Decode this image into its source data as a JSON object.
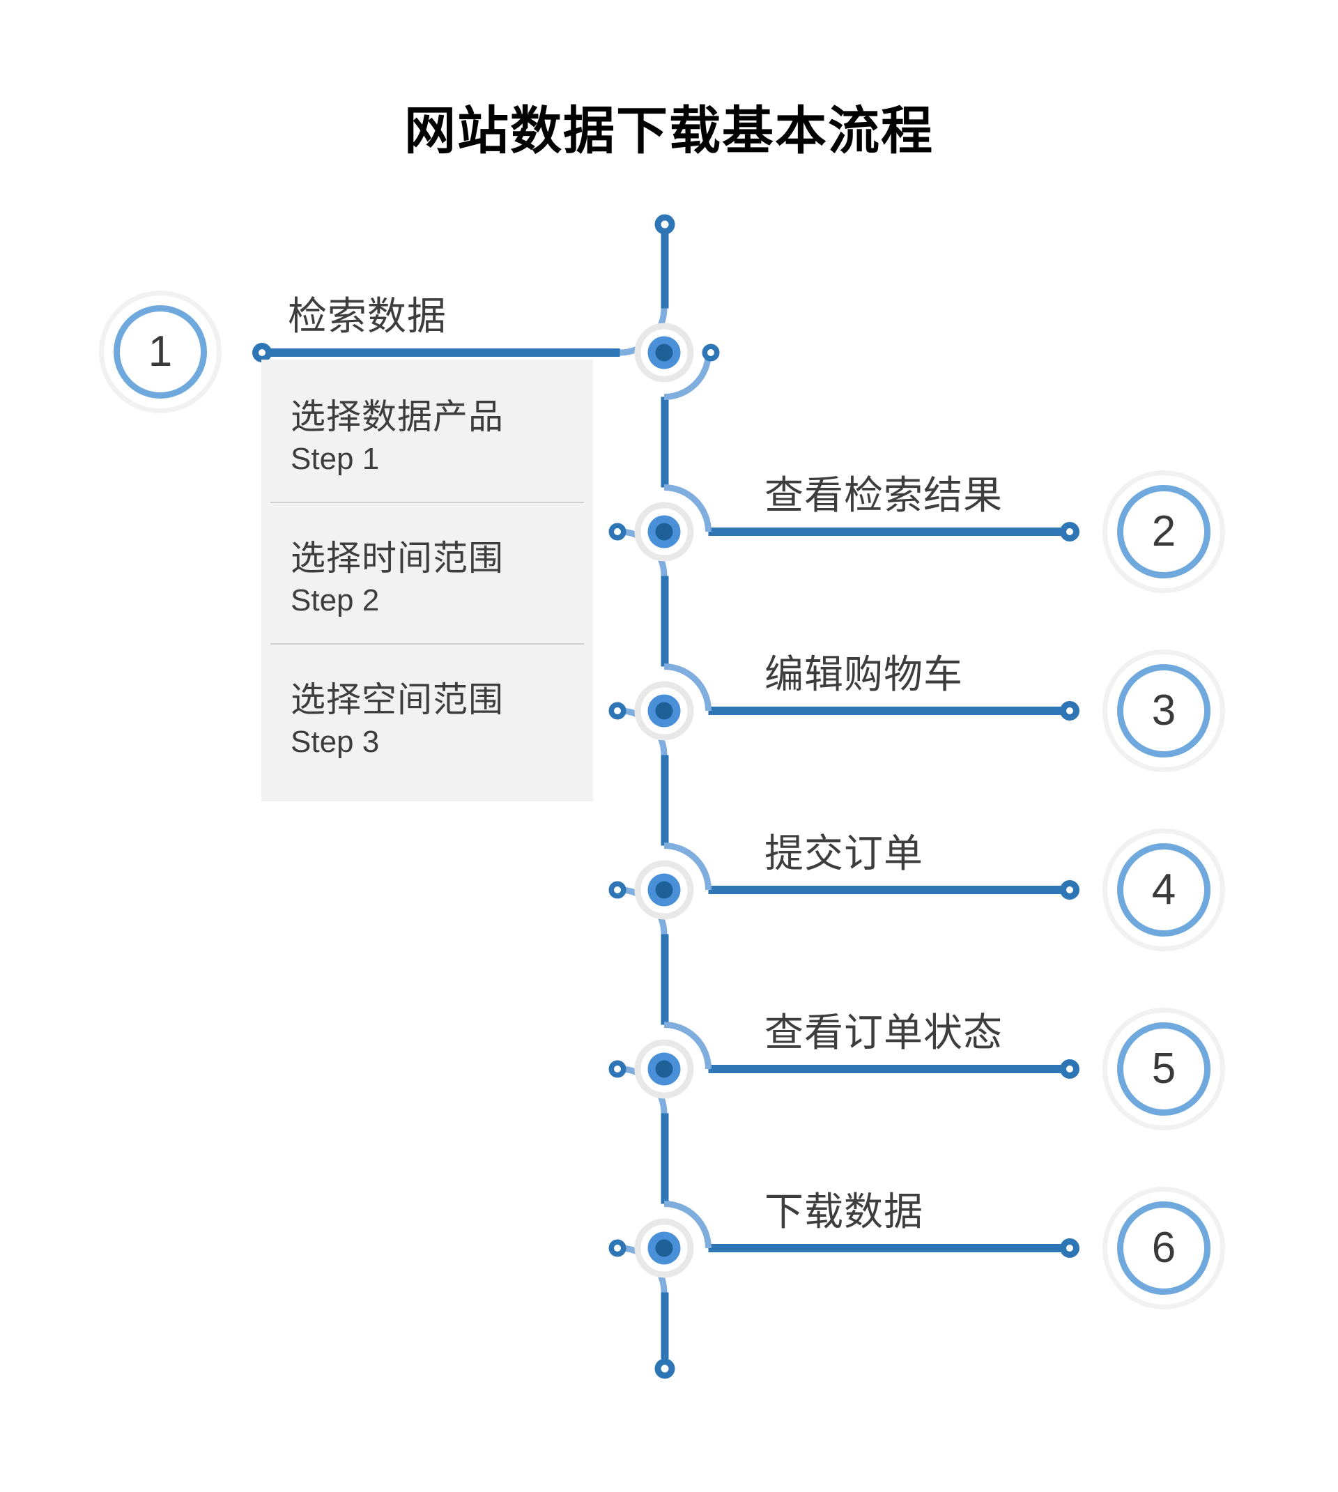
{
  "title": "网站数据下载基本流程",
  "steps": [
    {
      "number": "1",
      "label": "检索数据",
      "side": "left"
    },
    {
      "number": "2",
      "label": "查看检索结果",
      "side": "right"
    },
    {
      "number": "3",
      "label": "编辑购物车",
      "side": "right"
    },
    {
      "number": "4",
      "label": "提交订单",
      "side": "right"
    },
    {
      "number": "5",
      "label": "查看订单状态",
      "side": "right"
    },
    {
      "number": "6",
      "label": "下载数据",
      "side": "right"
    }
  ],
  "substeps_panel": {
    "attached_to_step": "1",
    "items": [
      {
        "title": "选择数据产品",
        "subtitle": "Step 1"
      },
      {
        "title": "选择时间范围",
        "subtitle": "Step 2"
      },
      {
        "title": "选择空间范围",
        "subtitle": "Step 3"
      }
    ]
  },
  "colors": {
    "primary_blue": "#2e75b6",
    "arc_light_blue": "#7fadde",
    "badge_ring_blue": "#6fa8dc",
    "node_fill_blue": "#4a90d9",
    "node_core_blue": "#1e6098",
    "node_gray_ring": "#e8e8e8",
    "panel_background": "#f2f2f2"
  }
}
